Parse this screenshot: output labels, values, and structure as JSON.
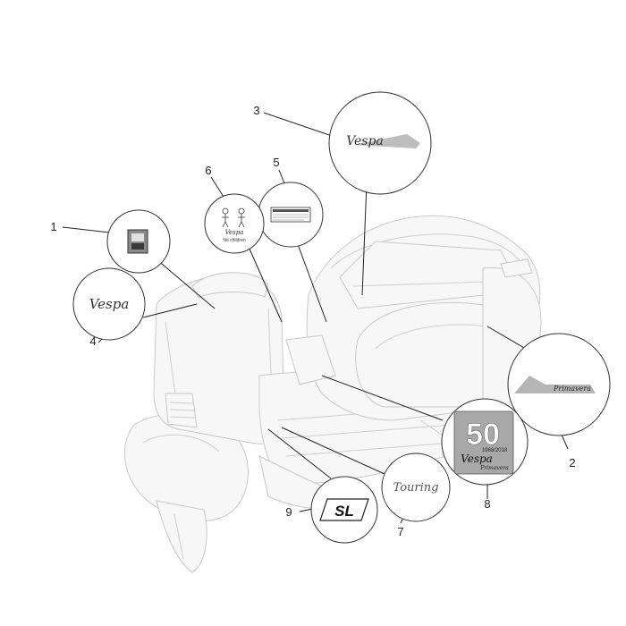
{
  "callouts": [
    {
      "number": "1",
      "part": "shield-badge"
    },
    {
      "number": "2",
      "part": "primavera-side-decal"
    },
    {
      "number": "3",
      "part": "vespa-side-logo"
    },
    {
      "number": "4",
      "part": "vespa-front-logo"
    },
    {
      "number": "5",
      "part": "info-label"
    },
    {
      "number": "6",
      "part": "children-warning-label"
    },
    {
      "number": "7",
      "part": "touring-badge"
    },
    {
      "number": "8",
      "part": "anniversary-50-badge"
    },
    {
      "number": "9",
      "part": "sl-badge"
    }
  ],
  "decals": {
    "primavera_text": "Primavera",
    "touring_text": "Touring",
    "sl_text": "SL",
    "vespa_text": "Vespa",
    "anniversary_number": "50",
    "anniversary_years": "1968/2018",
    "anniversary_sub": "Primavera",
    "warning_caption": "No children"
  },
  "colors": {
    "ghost_fill": "#f7f7f7",
    "ghost_stroke": "#c9c9c9",
    "leader": "#222222",
    "badge_grey": "#9a9a9a",
    "badge_dark": "#3a3a3a"
  }
}
